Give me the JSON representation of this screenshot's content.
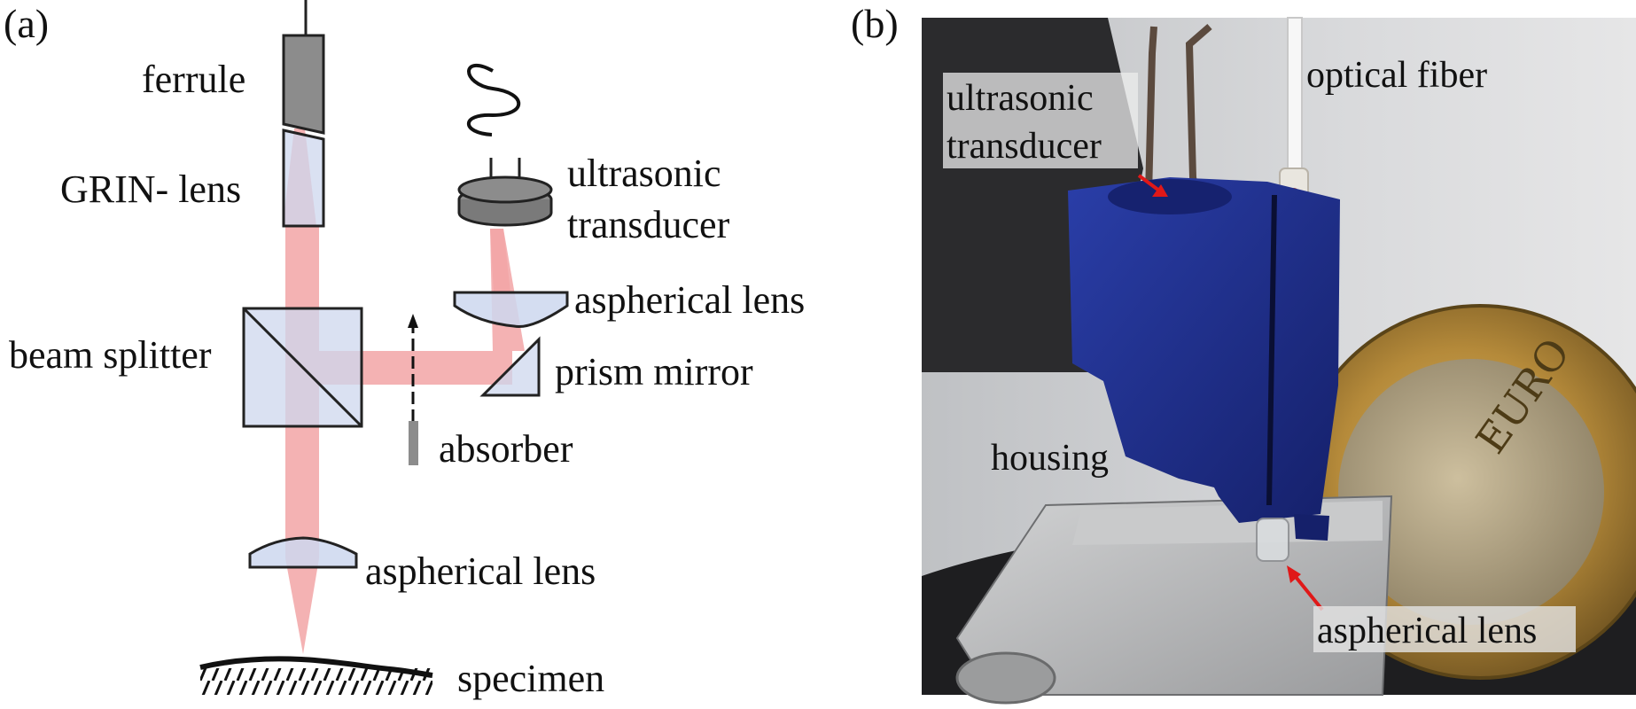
{
  "panel_a": {
    "tag": "(a)",
    "labels": {
      "ferrule": "ferrule",
      "grin_lens": "GRIN- lens",
      "beam_splitter": "beam splitter",
      "transducer_line1": "ultrasonic",
      "transducer_line2": "transducer",
      "aspherical_lens_top": "aspherical lens",
      "prism_mirror": "prism mirror",
      "absorber": "absorber",
      "aspherical_lens_bottom": "aspherical lens",
      "specimen": "specimen"
    },
    "colors": {
      "beam": "#f2a4a6",
      "optic_fill": "#cdd7ee",
      "metal_gray": "#8c8c8c",
      "outline": "#222222"
    }
  },
  "panel_b": {
    "tag": "(b)",
    "labels": {
      "transducer_line1": "ultrasonic",
      "transducer_line2": "transducer",
      "optical_fiber": "optical fiber",
      "housing": "housing",
      "aspherical_lens": "aspherical lens"
    },
    "colors": {
      "housing_blue": "#1f2f8c",
      "coin_gold": "#b58a3a",
      "arrow_red": "#e01818",
      "background": "#cfd0d2"
    }
  }
}
